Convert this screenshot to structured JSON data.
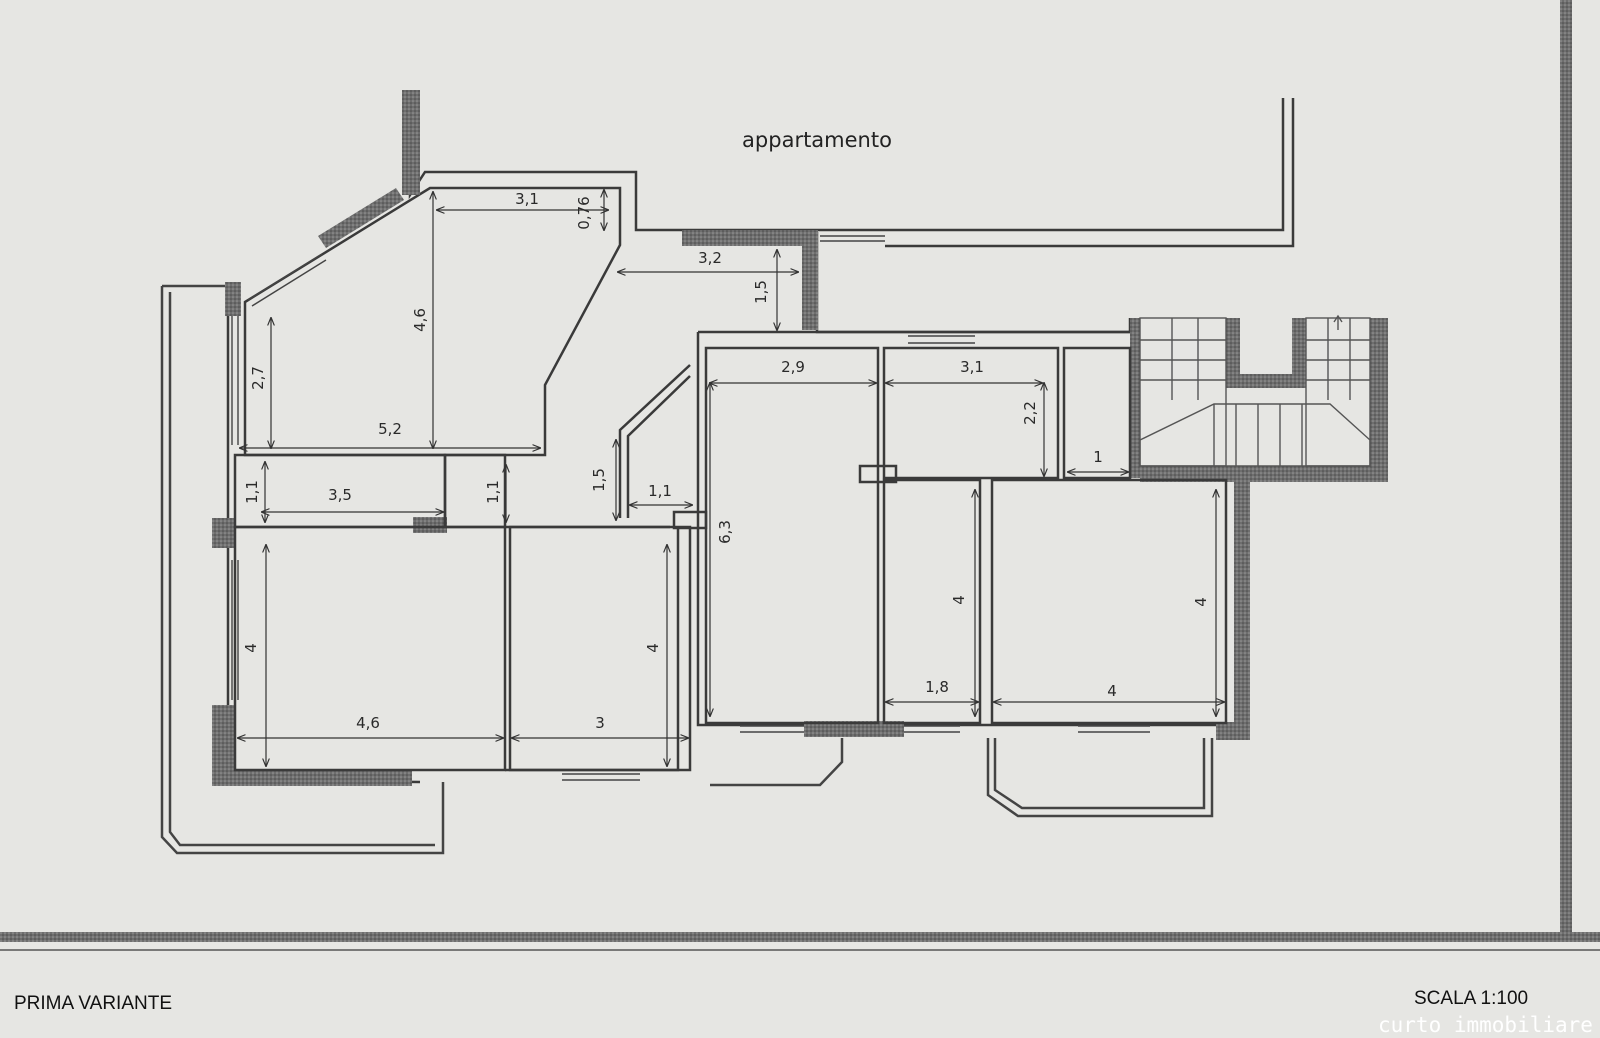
{
  "plan": {
    "neighbour_label": "appartamento",
    "variant_label": "PRIMA VARIANTE",
    "scale_label": "SCALA 1:100",
    "watermark": "curto immobiliare",
    "dimensions": {
      "d_3_1_top": "3,1",
      "d_0_76": "0,76",
      "d_4_6_v": "4,6",
      "d_2_7": "2,7",
      "d_5_2": "5,2",
      "d_3_2": "3,2",
      "d_1_5_top": "1,5",
      "d_1_1_left": "1,1",
      "d_3_5": "3,5",
      "d_1_1_mid": "1,1",
      "d_1_5_mid": "1,5",
      "d_1_1_hall": "1,1",
      "d_2_9": "2,9",
      "d_6_3": "6,3",
      "d_3_1_mid": "3,1",
      "d_2_2": "2,2",
      "d_1": "1",
      "d_4_left_room": "4",
      "d_4_6_h": "4,6",
      "d_4_room2": "4",
      "d_3": "3",
      "d_4_room4": "4",
      "d_1_8": "1,8",
      "d_4_room5_v": "4",
      "d_4_room5_h": "4"
    }
  }
}
